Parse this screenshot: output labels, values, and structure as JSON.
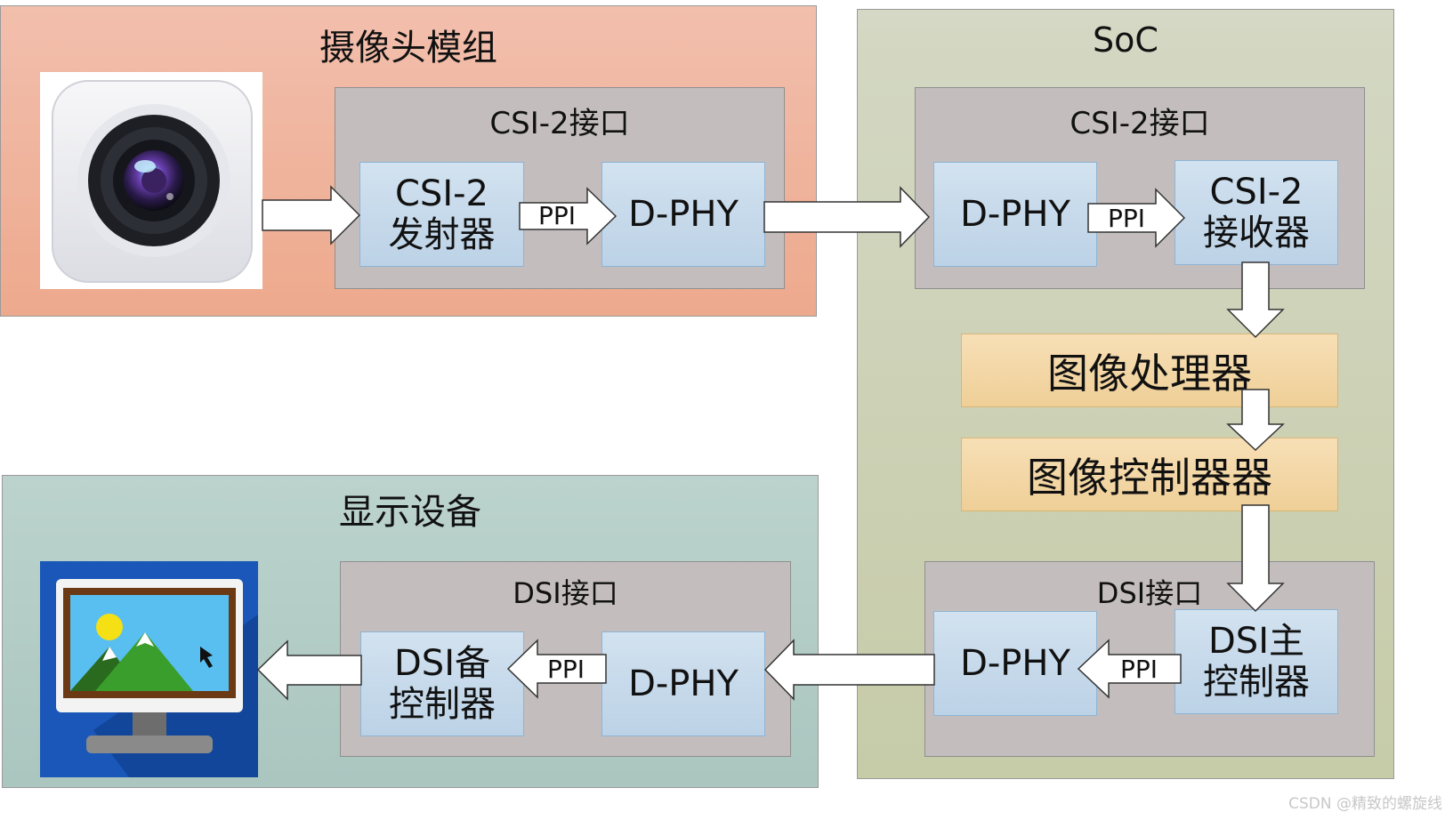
{
  "camera_module": {
    "title": "摄像头模组"
  },
  "soc": {
    "title": "SoC"
  },
  "display_device": {
    "title": "显示设备"
  },
  "camera_csi": {
    "title": "CSI-2接口",
    "tx": [
      "CSI-2",
      "发射器"
    ],
    "dphy": "D-PHY",
    "ppi": "PPI"
  },
  "soc_csi": {
    "title": "CSI-2接口",
    "dphy": "D-PHY",
    "rx": [
      "CSI-2",
      "接收器"
    ],
    "ppi": "PPI"
  },
  "image_processor": "图像处理器",
  "image_controller": "图像控制器器",
  "soc_dsi": {
    "title": "DSI接口",
    "dphy": "D-PHY",
    "host": [
      "DSI主",
      "控制器"
    ],
    "ppi": "PPI"
  },
  "display_dsi": {
    "title": "DSI接口",
    "device": [
      "DSI备",
      "控制器"
    ],
    "dphy": "D-PHY",
    "ppi": "PPI"
  },
  "watermark": "CSDN @精致的螺旋线",
  "colors": {
    "camera_region": "#f0b49d",
    "soc_region": "#cfd3b9",
    "display_region": "#b7cec8",
    "interface": "#c3bebd",
    "block": "#c6d9ec",
    "processor": "#f2d5a5"
  },
  "icons": [
    "camera-icon",
    "monitor-icon"
  ]
}
